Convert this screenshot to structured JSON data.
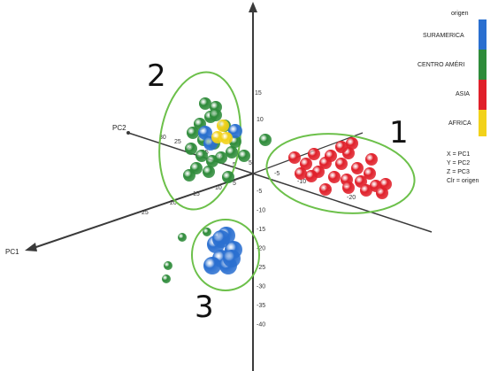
{
  "chart_data": {
    "type": "scatter",
    "title": "",
    "projection": "3d",
    "axes": {
      "x": {
        "name": "PC1",
        "ticks": [
          "5",
          "10",
          "15",
          "20",
          "25"
        ]
      },
      "y": {
        "name": "PC2",
        "ticks": [
          "5",
          "10",
          "15",
          "20",
          "25",
          "30"
        ]
      },
      "z": {
        "name": "PC3",
        "ticks_positive": [
          "5",
          "10",
          "15"
        ],
        "ticks_negative": [
          "-5",
          "-10",
          "-15",
          "-20",
          "-25",
          "-30",
          "-35",
          "-40"
        ]
      },
      "x_negative_ticks": [
        "-5",
        "-10",
        "-15",
        "-20"
      ]
    },
    "legend": {
      "title": "origen",
      "position": "top-right",
      "items": [
        {
          "label": "SURAMERICA",
          "color": "#2a6fd0"
        },
        {
          "label": "CENTRO AMÉRI",
          "color": "#2e8b3a"
        },
        {
          "label": "ASIA",
          "color": "#e0202a"
        },
        {
          "label": "AFRICA",
          "color": "#f2d21a"
        }
      ],
      "mapping": [
        "X = PC1",
        "Y = PC2",
        "Z = PC3",
        "Clr = origen"
      ]
    },
    "clusters": [
      {
        "label": "1",
        "group": "ASIA"
      },
      {
        "label": "2",
        "group": "CENTRO AMÉRI"
      },
      {
        "label": "3",
        "group": "SURAMERICA"
      }
    ],
    "colors": {
      "cluster_outline": "#6cc04a",
      "axis": "#3a3a3a"
    }
  }
}
